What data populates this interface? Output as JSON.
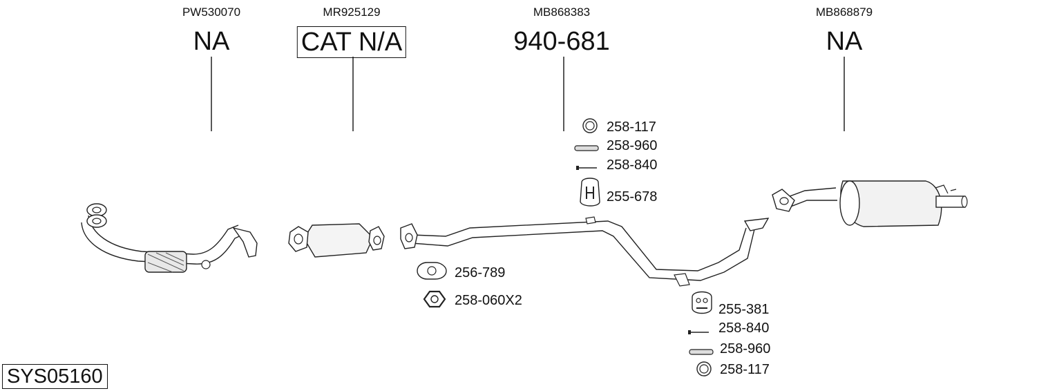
{
  "diagram_id": "SYS05160",
  "parts": [
    {
      "oem": "PW530070",
      "code": "NA"
    },
    {
      "oem": "MR925129",
      "code": "CAT N/A"
    },
    {
      "oem": "MB868383",
      "code": "940-681"
    },
    {
      "oem": "MB868879",
      "code": "NA"
    }
  ],
  "fittings_mid": [
    "258-117",
    "258-960",
    "258-840",
    "255-678"
  ],
  "fittings_front": [
    "256-789",
    "258-060X2"
  ],
  "fittings_rear": [
    "255-381",
    "258-840",
    "258-960",
    "258-117"
  ]
}
